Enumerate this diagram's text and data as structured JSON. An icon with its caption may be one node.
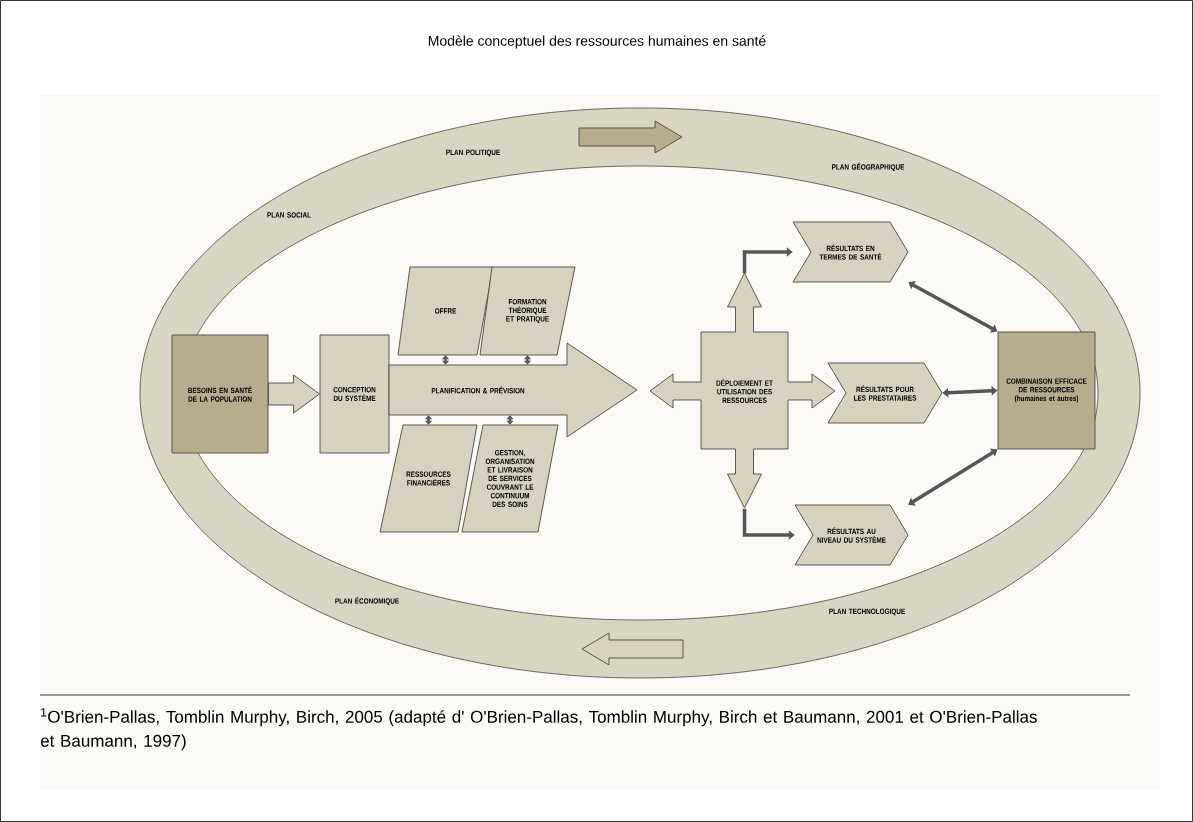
{
  "diagram": {
    "title": "Modèle conceptuel des ressources humaines en santé",
    "caption": "$^{1}$O'Brien-Pallas, Tomblin Murphy, Birch, 2005 (adapté d' O'Brien-Pallas, Tomblin Murphy, Birch et Baumann, 2001 et O'Brien-Pallas et Baumann, 1997)",
    "nodes": [
      {
        "text": [
          "PLAN POLITIQUE",
          "PLAN GÉOGRAPHIQUE",
          "PLAN SOCIAL",
          "PLAN ÉCONOMIQUE",
          "PLAN TECHNOLOGIQUE"
        ]
      },
      {
        "text": [
          "BESOINS EN SANTÉ DE LA POPULATION"
        ],
        "in": 0
      },
      {
        "text": [
          "CONCEPTION DU SYSTÈME"
        ],
        "in": 0
      },
      {
        "text": [
          "PLANIFICATION & PRÉVISION"
        ],
        "in": 0
      },
      {
        "text": [
          "OFFRE"
        ],
        "in": 0
      },
      {
        "text": [
          "FORMATION THÉORIQUE ET PRATIQUE"
        ],
        "in": 0
      },
      {
        "text": [
          "RESSOURCES FINANCIÈRES"
        ],
        "in": 0
      },
      {
        "text": [
          "GESTION, ORGANISATION ET LIVRAISON DE SERVICES COUVRANT LE CONTINUUM DES SOINS"
        ],
        "in": 0
      },
      {
        "text": [
          "DÉPLOIEMENT ET UTILISATION DES RESSOURCES"
        ],
        "in": 0
      },
      {
        "text": [
          "RÉSULTATS EN TERMES DE SANTÉ"
        ],
        "in": 0
      },
      {
        "text": [
          "RÉSULTATS POUR LES PRESTATAIRES"
        ],
        "in": 0
      },
      {
        "text": [
          "RÉSULTATS AU NIVEAU DU SYSTÈME"
        ],
        "in": 0
      },
      {
        "text": [
          "COMBINAISON EFFICACE DE RESSOURCES (humaines et autres)"
        ],
        "in": 0
      }
    ],
    "edges": [
      {
        "from": 1,
        "to": 2,
        "arrow": "to",
        "style": "thick",
        "color": "#d6d2bf"
      },
      {
        "from": 3,
        "to": 4,
        "arrow": "both"
      },
      {
        "from": 3,
        "to": 5,
        "arrow": "both"
      },
      {
        "from": 3,
        "to": 6,
        "arrow": "both"
      },
      {
        "from": 3,
        "to": 7,
        "arrow": "both"
      },
      {
        "from": 8,
        "to": 9,
        "arrow": "to"
      },
      {
        "from": 8,
        "to": 11,
        "arrow": "to"
      },
      {
        "from": 9,
        "to": 12,
        "arrow": "both"
      },
      {
        "from": 10,
        "to": 12,
        "arrow": "both"
      },
      {
        "from": 11,
        "to": 12,
        "arrow": "both"
      }
    ]
  }
}
